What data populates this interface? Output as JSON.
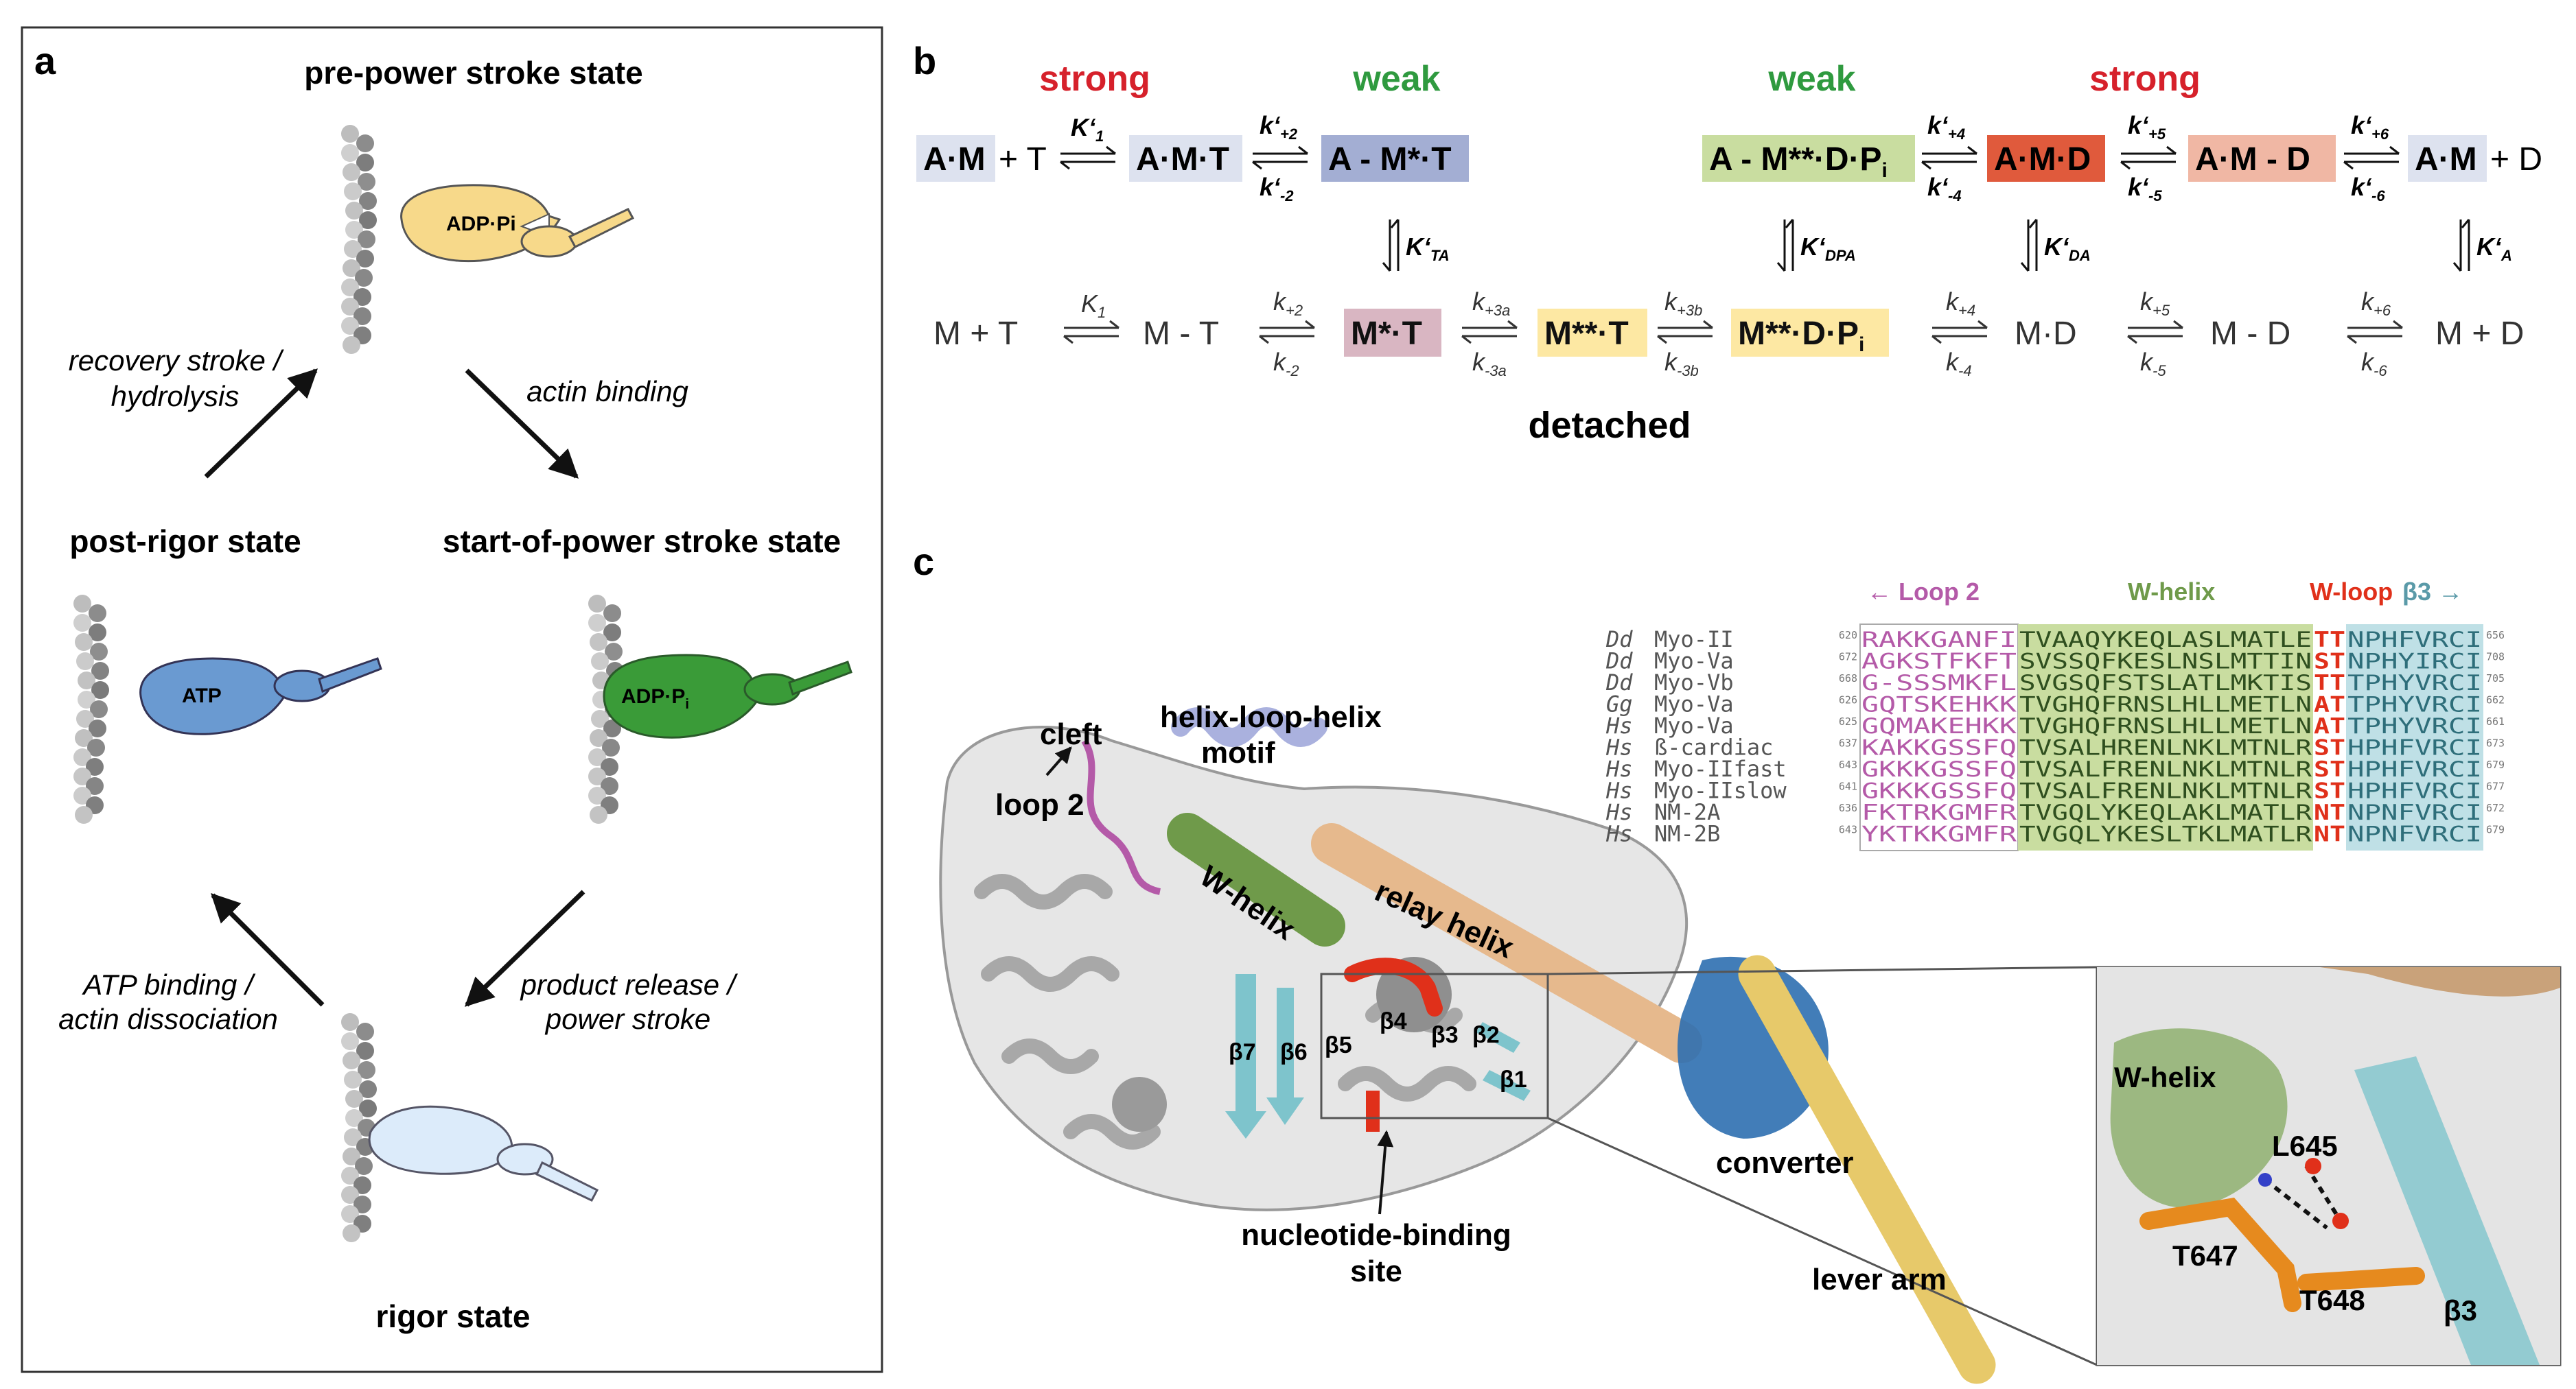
{
  "panel_a": {
    "letter": "a",
    "states": {
      "pre_power": "pre-power stroke state",
      "start_power": "start-of-power stroke state",
      "rigor": "rigor state",
      "post_rigor": "post-rigor state"
    },
    "transitions": {
      "recovery_1": "recovery stroke /",
      "recovery_2": "hydrolysis",
      "actin_binding": "actin binding",
      "product_1": "product release /",
      "product_2": "power stroke",
      "atp_1": "ATP binding /",
      "atp_2": "actin dissociation"
    },
    "heads": {
      "pre": "ADP·Pi",
      "start": "ADP·P",
      "start_sub": "i",
      "post": "ATP"
    }
  },
  "panel_b": {
    "letter": "b",
    "headings": {
      "strong1": "strong",
      "weak1": "weak",
      "weak2": "weak",
      "strong2": "strong"
    },
    "top": {
      "am1": "A·M",
      "plus_t": "+ T",
      "amt": "A·M·T",
      "am_star_t": "A - M*·T",
      "amdp": "A - M**·D·P",
      "amdp_sub": "i",
      "amd": "A·M·D",
      "am_d": "A·M - D",
      "am2": "A·M",
      "plus_d": "+ D"
    },
    "top_k": {
      "k1": "K‘",
      "k1_sub": "1",
      "k2_fwd": "k‘",
      "k2_fwd_sub": "+2",
      "k2_rev": "k‘",
      "k2_rev_sub": "-2",
      "k4_fwd": "k‘",
      "k4_fwd_sub": "+4",
      "k4_rev": "k‘",
      "k4_rev_sub": "-4",
      "k5_fwd": "k‘",
      "k5_fwd_sub": "+5",
      "k5_rev": "k‘",
      "k5_rev_sub": "-5",
      "k6_fwd": "k‘",
      "k6_fwd_sub": "+6",
      "k6_rev": "k‘",
      "k6_rev_sub": "-6"
    },
    "vertical_k": {
      "ta": "K‘",
      "ta_sub": "TA",
      "dpa": "K‘",
      "dpa_sub": "DPA",
      "da": "K‘",
      "da_sub": "DA",
      "a": "K‘",
      "a_sub": "A"
    },
    "bottom": {
      "mt_left": "M + T",
      "m_t": "M - T",
      "mstar_t": "M*·T",
      "mss_t": "M**·T",
      "mss_dp": "M**·D·P",
      "mss_dp_sub": "i",
      "md": "M·D",
      "m_d": "M - D",
      "m_plus_d": "M + D"
    },
    "bottom_k": {
      "k1": "K",
      "k1_sub": "1",
      "k2f": "k",
      "k2f_sub": "+2",
      "k2r": "k",
      "k2r_sub": "-2",
      "k3af": "k",
      "k3af_sub": "+3a",
      "k3ar": "k",
      "k3ar_sub": "-3a",
      "k3bf": "k",
      "k3bf_sub": "+3b",
      "k3br": "k",
      "k3br_sub": "-3b",
      "k4f": "k",
      "k4f_sub": "+4",
      "k4r": "k",
      "k4r_sub": "-4",
      "k5f": "k",
      "k5f_sub": "+5",
      "k5r": "k",
      "k5r_sub": "-5",
      "k6f": "k",
      "k6f_sub": "+6",
      "k6r": "k",
      "k6r_sub": "-6"
    },
    "detached": "detached"
  },
  "panel_c": {
    "letter": "c",
    "labels": {
      "cleft": "cleft",
      "loop2": "loop 2",
      "hlh1": "helix-loop-helix",
      "hlh2": "motif",
      "whelix": "W-helix",
      "relay": "relay helix",
      "converter": "converter",
      "lever": "lever arm",
      "nbs1": "nucleotide-binding",
      "nbs2": "site",
      "b7": "β7",
      "b6": "β6",
      "b5": "β5",
      "b4": "β4",
      "b3": "β3",
      "b2": "β2",
      "b1": "β1"
    },
    "inset": {
      "whelix": "W-helix",
      "l645": "L645",
      "t647": "T647",
      "t648": "T648",
      "b3": "β3"
    },
    "alignment": {
      "headers": {
        "loop2": "← Loop 2",
        "whelix": "W-helix",
        "wloop": "W-loop",
        "b3": "β3 →"
      },
      "rows": [
        {
          "sp": "Dd",
          "name": "Myo-II",
          "start": "620",
          "loop": "RAKKGANFI",
          "helix": "TVAAQYKEQLASLMATLE",
          "w": "TT",
          "beta": "NPHFVRCI",
          "end": "656"
        },
        {
          "sp": "Dd",
          "name": "Myo-Va",
          "start": "672",
          "loop": "AGKSTFKFT",
          "helix": "SVSSQFKESLNSLMTTIN",
          "w": "ST",
          "beta": "NPHYIRCI",
          "end": "708"
        },
        {
          "sp": "Dd",
          "name": "Myo-Vb",
          "start": "668",
          "loop": "G-SSSMKFL",
          "helix": "SVGSQFSTSLATLMKTIS",
          "w": "TT",
          "beta": "TPHYVRCI",
          "end": "705"
        },
        {
          "sp": "Gg",
          "name": "Myo-Va",
          "start": "626",
          "loop": "GQTSKEHKK",
          "helix": "TVGHQFRNSLHLLMETLN",
          "w": "AT",
          "beta": "TPHYVRCI",
          "end": "662"
        },
        {
          "sp": "Hs",
          "name": "Myo-Va",
          "start": "625",
          "loop": "GQMAKEHKK",
          "helix": "TVGHQFRNSLHLLMETLN",
          "w": "AT",
          "beta": "TPHYVRCI",
          "end": "661"
        },
        {
          "sp": "Hs",
          "name": "ß-cardiac",
          "start": "637",
          "loop": "KAKKGSSFQ",
          "helix": "TVSALHRENLNKLMTNLR",
          "w": "ST",
          "beta": "HPHFVRCI",
          "end": "673"
        },
        {
          "sp": "Hs",
          "name": "Myo-IIfast",
          "start": "643",
          "loop": "GKKKGSSFQ",
          "helix": "TVSALFRENLNKLMTNLR",
          "w": "ST",
          "beta": "HPHFVRCI",
          "end": "679"
        },
        {
          "sp": "Hs",
          "name": "Myo-IIslow",
          "start": "641",
          "loop": "GKKKGSSFQ",
          "helix": "TVSALFRENLNKLMTNLR",
          "w": "ST",
          "beta": "HPHFVRCI",
          "end": "677"
        },
        {
          "sp": "Hs",
          "name": "NM-2A",
          "start": "636",
          "loop": "FKTRKGMFR",
          "helix": "TVGQLYKEQLAKLMATLR",
          "w": "NT",
          "beta": "NPNFVRCI",
          "end": "672"
        },
        {
          "sp": "Hs",
          "name": "NM-2B",
          "start": "643",
          "loop": "YKTKKGMFR",
          "helix": "TVGQLYKESLTKLMATLR",
          "w": "NT",
          "beta": "NPNFVRCI",
          "end": "679"
        }
      ]
    }
  },
  "colors": {
    "strong": "#d6212b",
    "weak": "#2f9a3f",
    "lightblue": "#dde2ef",
    "midblue": "#a3aed3",
    "green_box": "#c9dda0",
    "red_box": "#e05a3c",
    "salmon_box": "#f0b7a4",
    "pink_box": "#d9b6c2",
    "yellow_box": "#fde8a3",
    "whelix": "#6f9a4a",
    "relay": "#e6b98d",
    "converter": "#2d6fb0",
    "lever": "#e7c96a",
    "loop2": "#b45aa8",
    "hlh": "#aab1de",
    "beta": "#7ec4cc",
    "wloop": "#e0301a"
  }
}
